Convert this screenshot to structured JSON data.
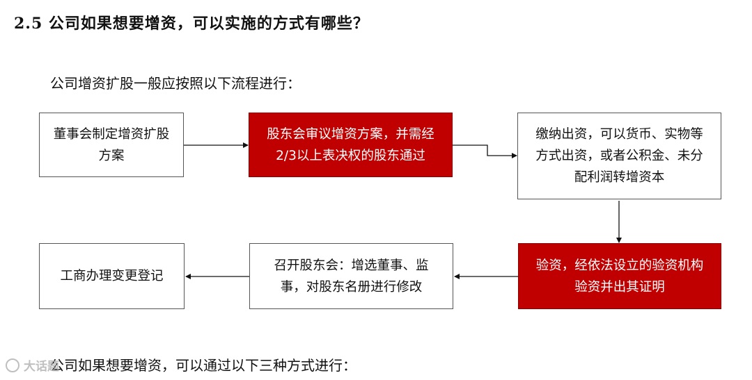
{
  "heading": "2.5 公司如果想要增资，可以实施的方式有哪些？",
  "intro": "公司增资扩股一般应按照以下流程进行：",
  "flow": {
    "steps": [
      {
        "lines": [
          "董事会制定增资扩股",
          "方案"
        ],
        "highlight": false
      },
      {
        "lines": [
          "股东会审议增资方案，并需经",
          "2/3以上表决权的股东通过"
        ],
        "highlight": true
      },
      {
        "lines": [
          "缴纳出资，可以货币、实物等",
          "方式出资，或者公积金、未分",
          "配利润转增资本"
        ],
        "highlight": false
      },
      {
        "lines": [
          "验资，经依法设立的验资机构",
          "验资并出其证明"
        ],
        "highlight": true
      },
      {
        "lines": [
          "召开股东会：增选董事、监",
          "事，对股东名册进行修改"
        ],
        "highlight": false
      },
      {
        "lines": [
          "工商办理变更登记"
        ],
        "highlight": false
      }
    ]
  },
  "footer": "公司如果想要增资，可以通过以下三种方式进行：",
  "watermark": "大话题",
  "colors": {
    "highlight": "#c00000",
    "border": "#555555",
    "arrow": "#111111"
  }
}
